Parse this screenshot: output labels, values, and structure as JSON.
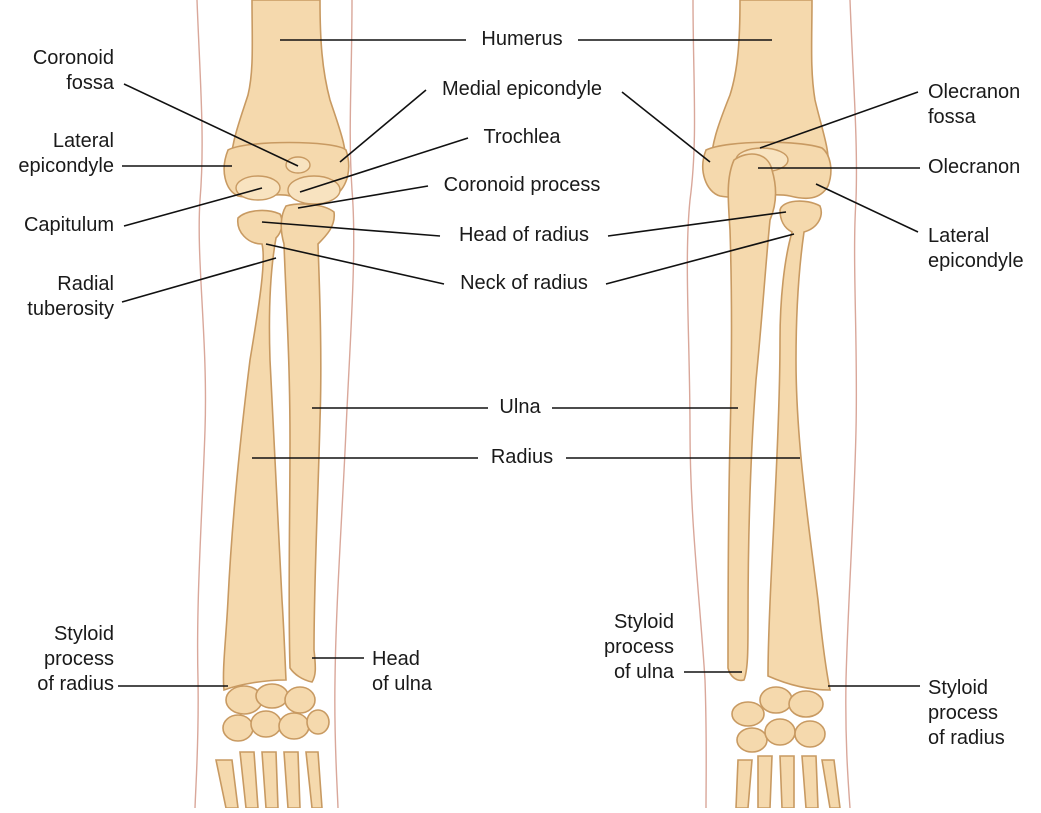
{
  "labels": {
    "coronoid_fossa": "Coronoid\nfossa",
    "lateral_epicondyle_left": "Lateral\nepicondyle",
    "capitulum": "Capitulum",
    "radial_tuberosity": "Radial\ntuberosity",
    "humerus": "Humerus",
    "medial_epicondyle": "Medial epicondyle",
    "trochlea": "Trochlea",
    "coronoid_process": "Coronoid process",
    "head_of_radius": "Head of radius",
    "neck_of_radius": "Neck of radius",
    "ulna": "Ulna",
    "radius": "Radius",
    "olecranon_fossa": "Olecranon\nfossa",
    "olecranon": "Olecranon",
    "lateral_epicondyle_right": "Lateral\nepicondyle",
    "styloid_process_radius_left": "Styloid\nprocess\nof radius",
    "head_of_ulna": "Head\nof ulna",
    "styloid_process_ulna": "Styloid\nprocess\nof ulna",
    "styloid_process_radius_right": "Styloid\nprocess\nof radius"
  }
}
